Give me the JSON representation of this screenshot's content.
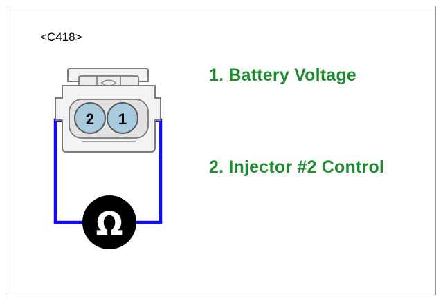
{
  "connector": {
    "id_label": "<C418>"
  },
  "pins": [
    {
      "number": "2",
      "description": "2. Injector #2 Control"
    },
    {
      "number": "1",
      "description": "1. Battery Voltage"
    }
  ],
  "meter": {
    "symbol": "Ω",
    "icon": "ohmmeter-icon"
  },
  "colors": {
    "label_text": "#1e8c2e",
    "wire": "#1010ff",
    "pin_fill": "#a8cbe0",
    "connector_body": "#f3f3f3",
    "connector_outline": "#7a7a7a",
    "meter_fill": "#000000"
  }
}
